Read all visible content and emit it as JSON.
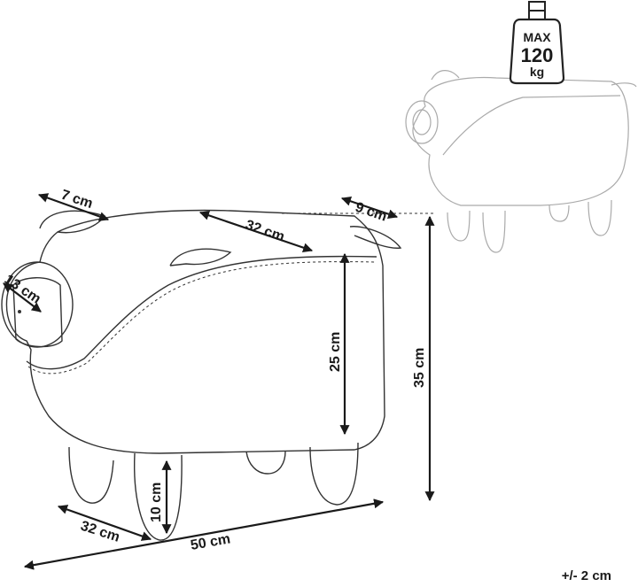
{
  "weight_badge": {
    "line1": "MAX",
    "line2": "120",
    "line3": "kg"
  },
  "dimensions": {
    "ear_width": "7 cm",
    "top_length": "32 cm",
    "tail_length": "9 cm",
    "snout_diameter": "13 cm",
    "body_height": "25 cm",
    "total_height": "35 cm",
    "leg_height": "10 cm",
    "depth": "32 cm",
    "total_length": "50 cm"
  },
  "tolerance": "+/- 2 cm"
}
